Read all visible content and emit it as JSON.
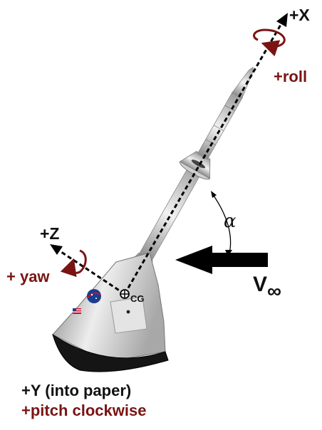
{
  "colors": {
    "text_primary": "#111111",
    "text_accent": "#7a1414",
    "vehicle_body": "#d4d4d4",
    "heat_shield": "#151515",
    "arrow": "#000000"
  },
  "labels": {
    "x_axis": "+X",
    "roll": "+roll",
    "z_axis": "+Z",
    "yaw": "+ yaw",
    "alpha": "α",
    "v_infinity_letter": "V",
    "v_infinity_subscript": "∞",
    "cg": "CG",
    "y_axis": "+Y (into paper)",
    "pitch": "+pitch clockwise"
  },
  "icons": {
    "nasa_logo": "nasa-logo-icon",
    "flag": "us-flag-icon",
    "cg_marker": "center-of-gravity-icon"
  }
}
